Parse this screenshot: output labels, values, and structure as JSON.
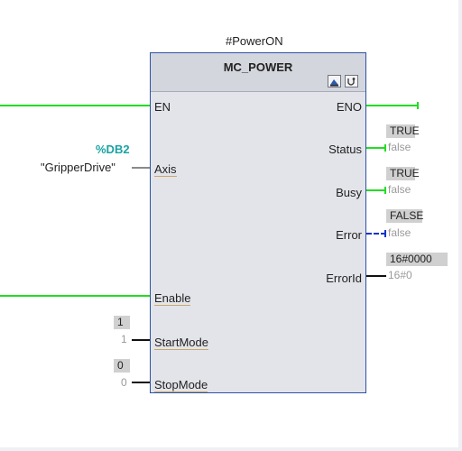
{
  "block": {
    "instance": "#PowerON",
    "type": "MC_POWER",
    "icons": [
      "db-open-icon",
      "diagnostics-icon"
    ]
  },
  "inputs": {
    "en": "EN",
    "axis": {
      "label": "Axis",
      "db": "%DB2",
      "operand": "\"GripperDrive\""
    },
    "enable": "Enable",
    "startmode": {
      "label": "StartMode",
      "monitor": "1",
      "value": "1"
    },
    "stopmode": {
      "label": "StopMode",
      "monitor": "0",
      "value": "0"
    }
  },
  "outputs": {
    "eno": "ENO",
    "status": {
      "label": "Status",
      "monitor": "TRUE",
      "value": "false"
    },
    "busy": {
      "label": "Busy",
      "monitor": "TRUE",
      "value": "false"
    },
    "error": {
      "label": "Error",
      "monitor": "FALSE",
      "value": "false"
    },
    "errorid": {
      "label": "ErrorId",
      "monitor": "16#0000",
      "value": "16#0"
    }
  },
  "colors": {
    "powerflow": "#22dd22",
    "border": "#2c52a7",
    "dashed": "#1133cc",
    "tag": "#1aa3a3"
  }
}
